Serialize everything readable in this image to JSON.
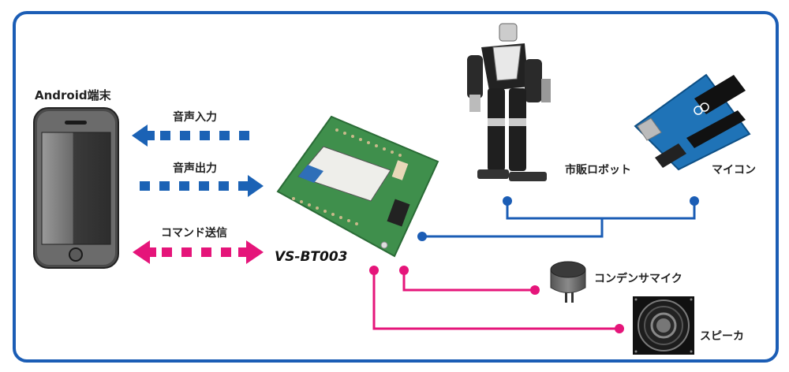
{
  "title": "VS-BT003 connection diagram",
  "colors": {
    "frame": "#1b5db5",
    "audio_arrow": "#1b62b5",
    "command_arrow": "#e5157a",
    "device_line": "#1b5db5",
    "audio_line": "#e5157a"
  },
  "labels": {
    "android": "Android端末",
    "audio_input": "音声入力",
    "audio_output": "音声出力",
    "command_send": "コマンド送信",
    "module": "VS-BT003",
    "robot": "市販ロボット",
    "microcontroller": "マイコン",
    "condenser_mic": "コンデンサマイク",
    "speaker": "スピーカ"
  },
  "icons": {
    "phone": "smartphone-icon",
    "module": "bluetooth-module-board-icon",
    "robot": "humanoid-robot-icon",
    "microcontroller": "arduino-board-icon",
    "mic": "condenser-mic-icon",
    "speaker": "speaker-icon"
  },
  "connections": [
    {
      "from": "VS-BT003",
      "to": "Android端末",
      "label": "音声入力",
      "direction": "to-android"
    },
    {
      "from": "Android端末",
      "to": "VS-BT003",
      "label": "音声出力",
      "direction": "to-module"
    },
    {
      "from": "Android端末",
      "to": "VS-BT003",
      "label": "コマンド送信",
      "direction": "bidirectional"
    },
    {
      "from": "VS-BT003",
      "to": "市販ロボット",
      "type": "wired"
    },
    {
      "from": "VS-BT003",
      "to": "マイコン",
      "type": "wired"
    },
    {
      "from": "VS-BT003",
      "to": "コンデンサマイク",
      "type": "wired"
    },
    {
      "from": "VS-BT003",
      "to": "スピーカ",
      "type": "wired"
    }
  ]
}
